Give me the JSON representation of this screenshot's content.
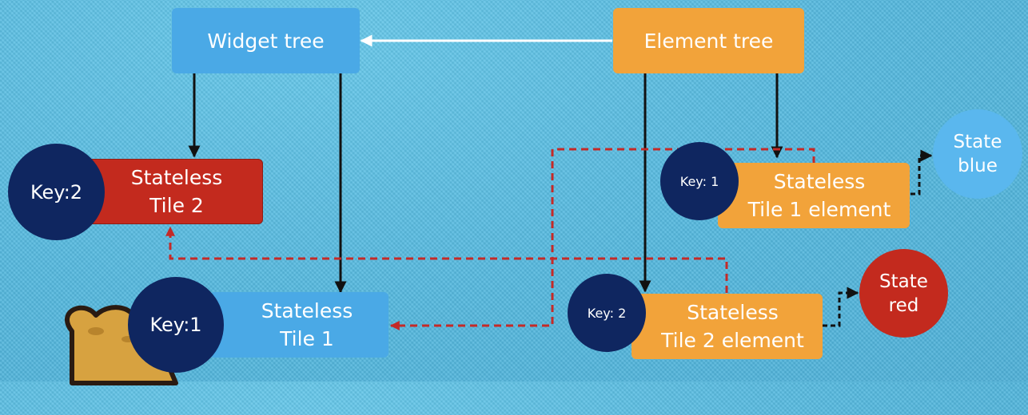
{
  "colors": {
    "widget_blue": "#4aa9e6",
    "element_orange": "#f2a33a",
    "stateless_red": "#c32a1e",
    "key_navy": "#0f2660",
    "state_blue": "#5ab7ee",
    "state_red": "#c32a1e",
    "arrow_black": "#111111",
    "arrow_white": "#ffffff",
    "arrow_red_dashed": "#c42a28"
  },
  "nodes": {
    "widget_tree": {
      "label": "Widget tree"
    },
    "element_tree": {
      "label": "Element tree"
    },
    "stateless_tile_2_widget": {
      "line1": "Stateless",
      "line2": "Tile 2",
      "key": "Key:2"
    },
    "stateless_tile_1_widget": {
      "line1": "Stateless",
      "line2": "Tile 1",
      "key": "Key:1"
    },
    "tile_1_element": {
      "line1": "Stateless",
      "line2": "Tile 1 element",
      "key": "Key: 1"
    },
    "tile_2_element": {
      "line1": "Stateless",
      "line2": "Tile 2 element",
      "key": "Key: 2"
    },
    "state_blue": {
      "line1": "State",
      "line2": "blue"
    },
    "state_red": {
      "line1": "State",
      "line2": "red"
    }
  },
  "edges": [
    {
      "from": "element_tree",
      "to": "widget_tree",
      "style": "solid-white"
    },
    {
      "from": "widget_tree",
      "to": "stateless_tile_2_widget",
      "style": "solid-black"
    },
    {
      "from": "widget_tree",
      "to": "stateless_tile_1_widget",
      "style": "solid-black"
    },
    {
      "from": "element_tree",
      "to": "tile_1_element",
      "style": "solid-black"
    },
    {
      "from": "element_tree",
      "to": "tile_2_element",
      "style": "solid-black"
    },
    {
      "from": "tile_1_element",
      "to": "state_blue",
      "style": "dashed-black"
    },
    {
      "from": "tile_2_element",
      "to": "state_red",
      "style": "dashed-black"
    },
    {
      "from": "tile_1_element",
      "to": "stateless_tile_1_widget",
      "style": "dashed-red"
    },
    {
      "from": "tile_2_element",
      "to": "stateless_tile_2_widget",
      "style": "dashed-red"
    }
  ]
}
